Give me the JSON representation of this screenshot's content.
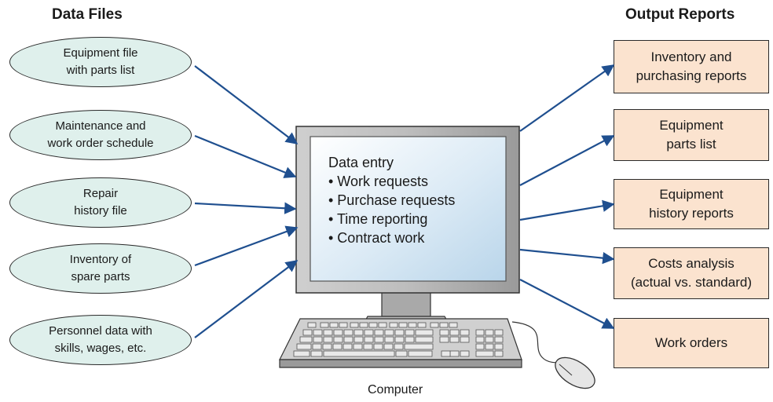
{
  "headings": {
    "data_files": "Data Files",
    "output_reports": "Output Reports"
  },
  "data_files": [
    {
      "label": "Equipment file\nwith parts list"
    },
    {
      "label": "Maintenance and\nwork order schedule"
    },
    {
      "label": "Repair\nhistory file"
    },
    {
      "label": "Inventory of\nspare parts"
    },
    {
      "label": "Personnel data with\nskills, wages, etc."
    }
  ],
  "output_reports": [
    {
      "label": "Inventory and\npurchasing reports"
    },
    {
      "label": "Equipment\nparts list"
    },
    {
      "label": "Equipment\nhistory reports"
    },
    {
      "label": "Costs analysis\n(actual vs. standard)"
    },
    {
      "label": "Work orders"
    }
  ],
  "computer": {
    "screen_title": "Data entry",
    "screen_items": [
      "• Work requests",
      "• Purchase requests",
      "• Time reporting",
      "• Contract work"
    ],
    "caption": "Computer"
  },
  "colors": {
    "oval_fill": "#dff0ec",
    "report_fill": "#fbe3cf",
    "arrow": "#1f4f8f"
  }
}
